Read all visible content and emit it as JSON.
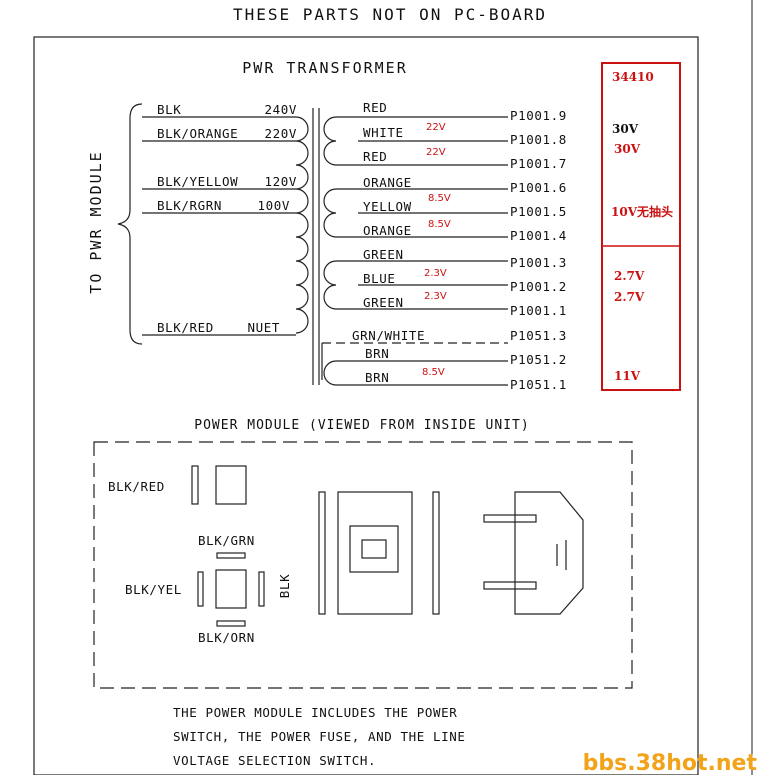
{
  "header": "THESE PARTS NOT ON PC-BOARD",
  "transformer": {
    "title": "PWR TRANSFORMER",
    "side_label": "TO PWR MODULE",
    "primary": [
      {
        "color": "BLK",
        "tap": "240V"
      },
      {
        "color": "BLK/ORANGE",
        "tap": "220V"
      },
      {
        "color": "BLK/YELLOW",
        "tap": "120V"
      },
      {
        "color": "BLK/RGRN",
        "tap": "100V"
      },
      {
        "color": "BLK/RED",
        "tap": "NUET"
      }
    ],
    "secondary": [
      {
        "wire": "RED",
        "pin": "P1001.9",
        "volts": ""
      },
      {
        "wire": "WHITE",
        "pin": "P1001.8",
        "volts": "22V"
      },
      {
        "wire": "RED",
        "pin": "P1001.7",
        "volts": "22V"
      },
      {
        "wire": "ORANGE",
        "pin": "P1001.6",
        "volts": ""
      },
      {
        "wire": "YELLOW",
        "pin": "P1001.5",
        "volts": "8.5V"
      },
      {
        "wire": "ORANGE",
        "pin": "P1001.4",
        "volts": "8.5V"
      },
      {
        "wire": "GREEN",
        "pin": "P1001.3",
        "volts": ""
      },
      {
        "wire": "BLUE",
        "pin": "P1001.2",
        "volts": "2.3V"
      },
      {
        "wire": "GREEN",
        "pin": "P1001.1",
        "volts": "2.3V"
      },
      {
        "wire": "GRN/WHITE",
        "pin": "P1051.3",
        "volts": ""
      },
      {
        "wire": "BRN",
        "pin": "P1051.2",
        "volts": ""
      },
      {
        "wire": "BRN",
        "pin": "P1051.1",
        "volts": "8.5V"
      }
    ]
  },
  "notes_box": {
    "model": "34410",
    "top_items": [
      "30V",
      "30V",
      "10V无抽头"
    ],
    "bottom_items": [
      "2.7V",
      "2.7V",
      "11V"
    ],
    "colors": {
      "border": "#cc1111",
      "text": "#cc1111",
      "black_text": "#111111"
    }
  },
  "power_module": {
    "title": "POWER MODULE (VIEWED FROM INSIDE UNIT)",
    "labels": {
      "blk_red": "BLK/RED",
      "blk_grn": "BLK/GRN",
      "blk_yel": "BLK/YEL",
      "blk": "BLK",
      "blk_orn": "BLK/ORN"
    },
    "description": [
      "THE POWER MODULE INCLUDES THE POWER",
      "SWITCH, THE POWER FUSE, AND THE LINE",
      "VOLTAGE SELECTION SWITCH."
    ]
  },
  "watermark": "bbs.38hot.net"
}
